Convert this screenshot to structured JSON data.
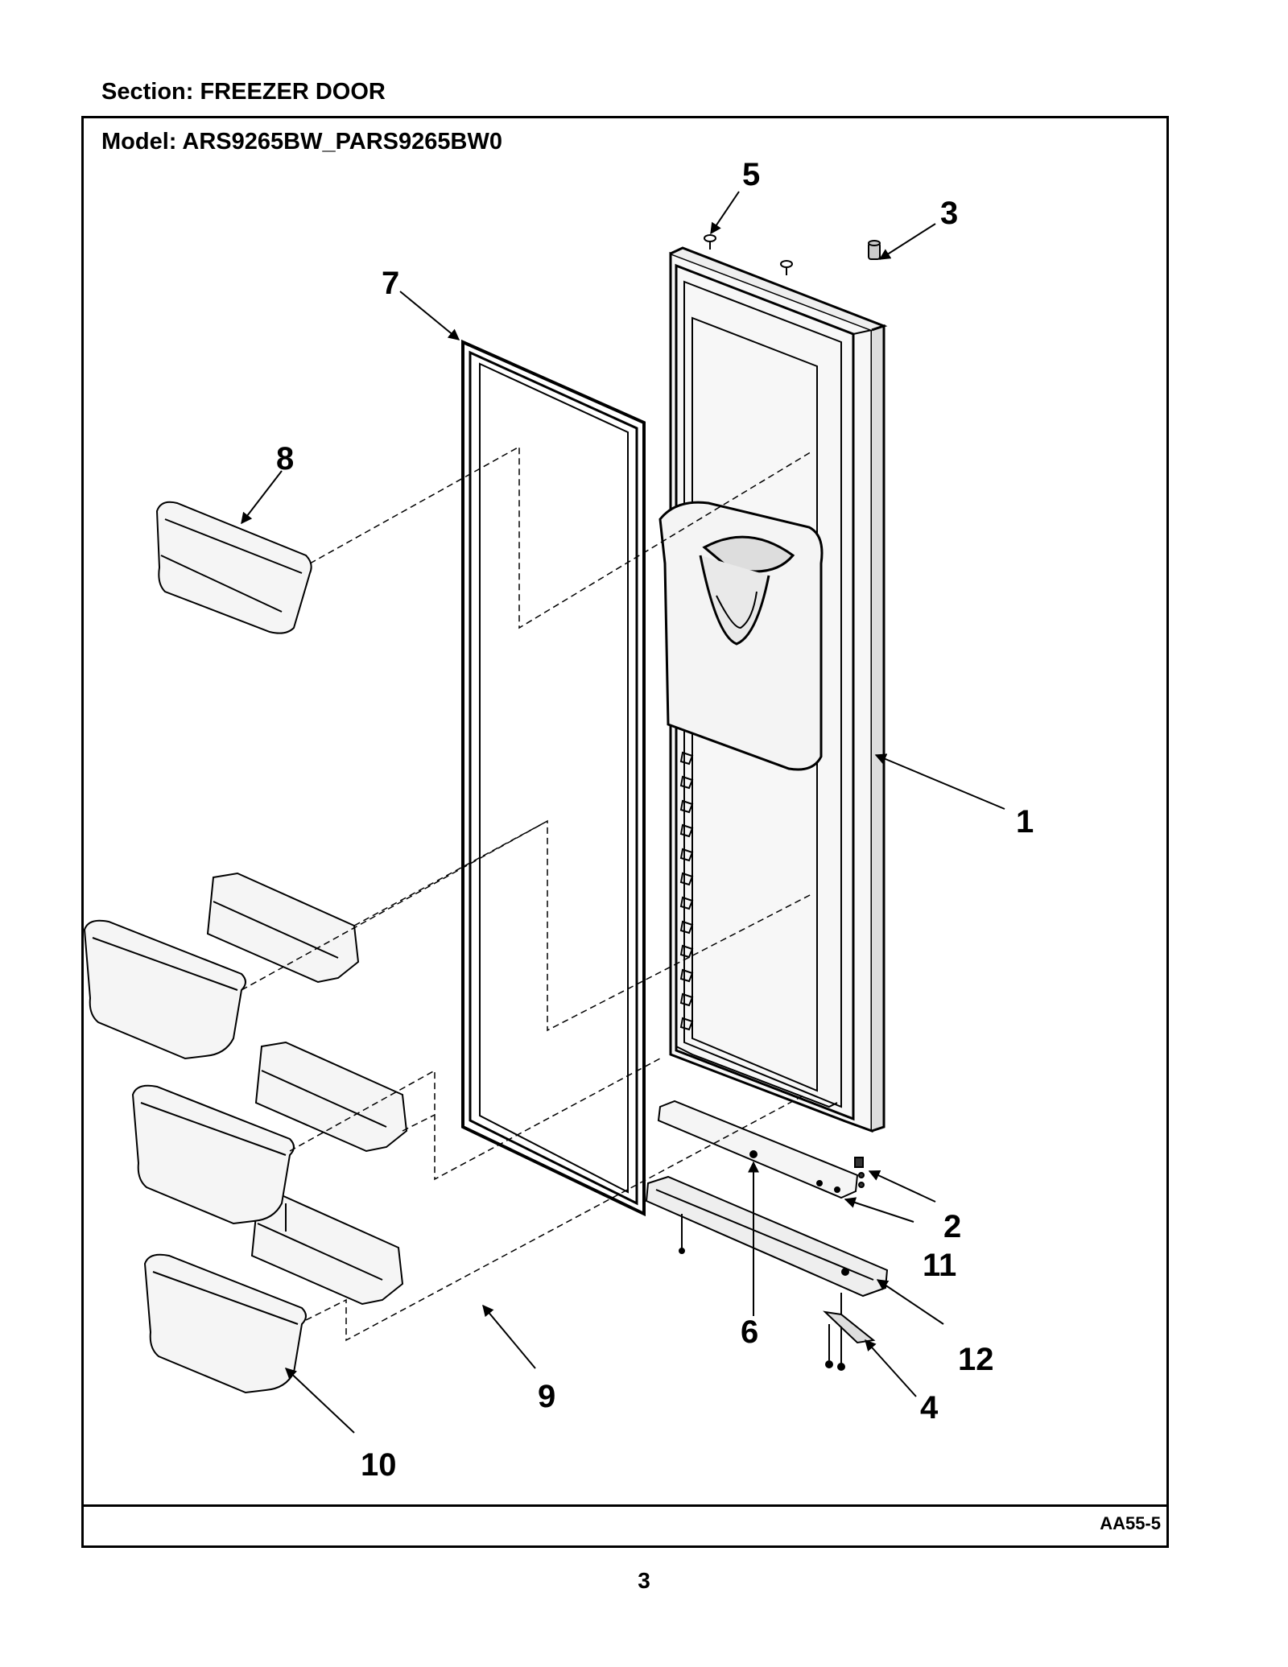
{
  "header": {
    "section_label": "Section:  FREEZER DOOR",
    "model_label": "Model:  ARS9265BW_PARS9265BW0"
  },
  "diagram": {
    "callouts": [
      "1",
      "2",
      "3",
      "4",
      "5",
      "6",
      "7",
      "8",
      "9",
      "10",
      "11",
      "12"
    ],
    "diagram_code": "AA55-5"
  },
  "page": {
    "number": "3"
  }
}
